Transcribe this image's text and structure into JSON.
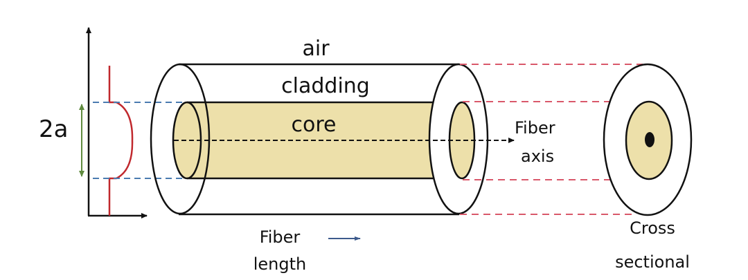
{
  "diagram": {
    "title": "Optical fiber structure",
    "labels": {
      "air": "air",
      "cladding": "cladding",
      "core": "core",
      "radius": "2a",
      "fiber_axis_line1": "Fiber",
      "fiber_axis_line2": "axis",
      "fiber_length_line1": "Fiber",
      "fiber_length_line2": "length",
      "cross_section_line1": "Cross",
      "cross_section_line2": "sectional"
    },
    "colors": {
      "core_fill": "#ede0aa",
      "outline": "#111111",
      "profile": "#c0282d",
      "dimension_arrow": "#5f8a3e",
      "guide_blue": "#4a7bb0",
      "guide_red": "#d9586a",
      "length_arrow": "#3d5a8c"
    }
  }
}
